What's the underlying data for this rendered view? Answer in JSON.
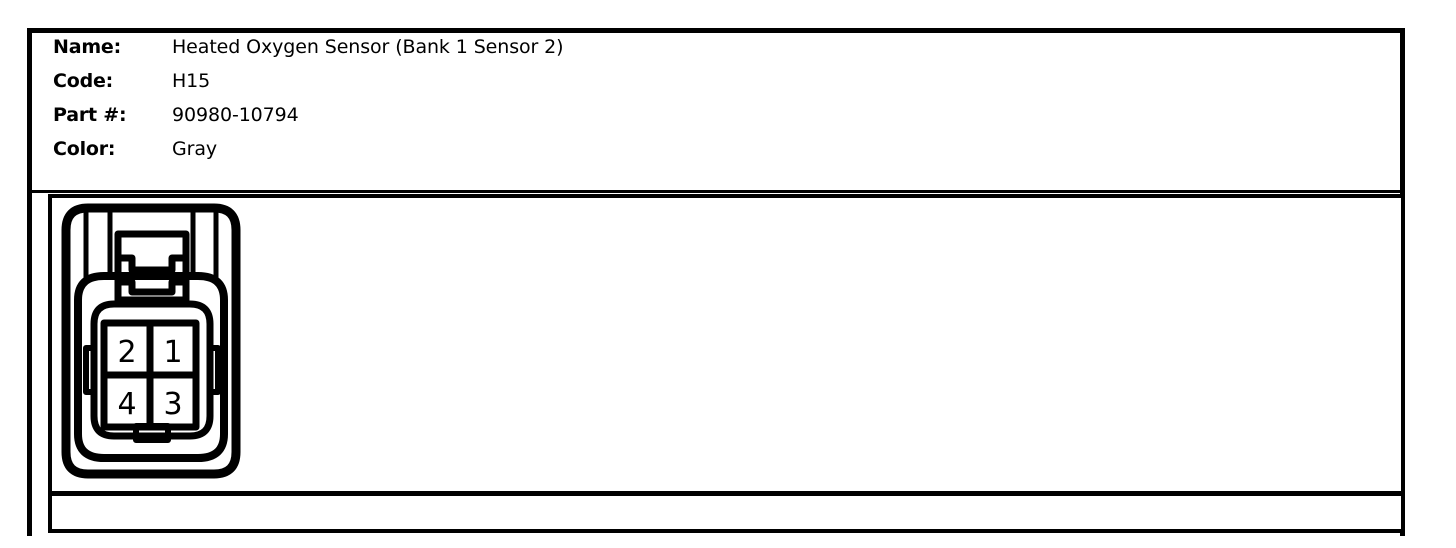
{
  "spec": {
    "rows": [
      {
        "label": "Name:",
        "value": "Heated Oxygen Sensor (Bank 1 Sensor 2)"
      },
      {
        "label": "Code:",
        "value": "H15"
      },
      {
        "label": "Part #:",
        "value": "90980-10794"
      },
      {
        "label": "Color:",
        "value": "Gray"
      }
    ]
  },
  "connector": {
    "type": "4-pin automotive connector face view",
    "shape": "rounded-rectangle housing with top latch",
    "pin_count": 4,
    "pins": [
      {
        "number": "2",
        "row": 0,
        "col": 0
      },
      {
        "number": "1",
        "row": 0,
        "col": 1
      },
      {
        "number": "4",
        "row": 1,
        "col": 0
      },
      {
        "number": "3",
        "row": 1,
        "col": 1
      }
    ]
  },
  "colors": {
    "ink": "#000000",
    "paper": "#ffffff"
  }
}
